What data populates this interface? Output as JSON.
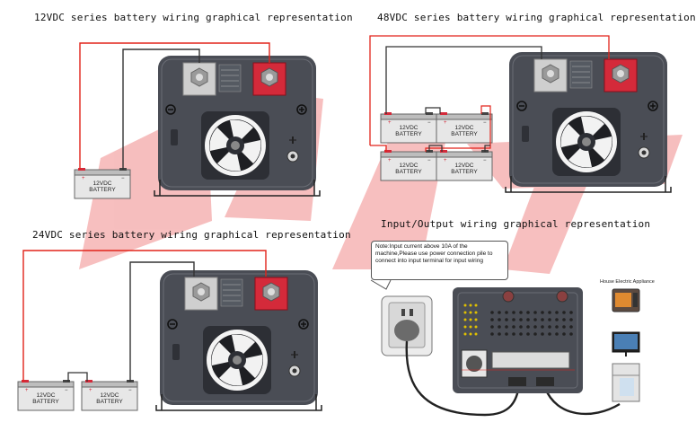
{
  "titles": {
    "t12": "12VDC series battery wiring graphical representation",
    "t48": "48VDC series battery wiring graphical representation",
    "t24": "24VDC series battery wiring graphical representation",
    "tio": "Input/Output wiring graphical representation"
  },
  "battery": {
    "line1": "12VDC",
    "line2": "BATTERY"
  },
  "io_note": "Note:Input current above 10A of the machine,Please use power connection pile to connect into input terminal for input wiring",
  "appliance_label": "House Electric Appliance",
  "watermark_color": "#f08a8a",
  "colors": {
    "positive": "#e2231a",
    "negative": "#333333",
    "chassis": "#4a4d55"
  }
}
